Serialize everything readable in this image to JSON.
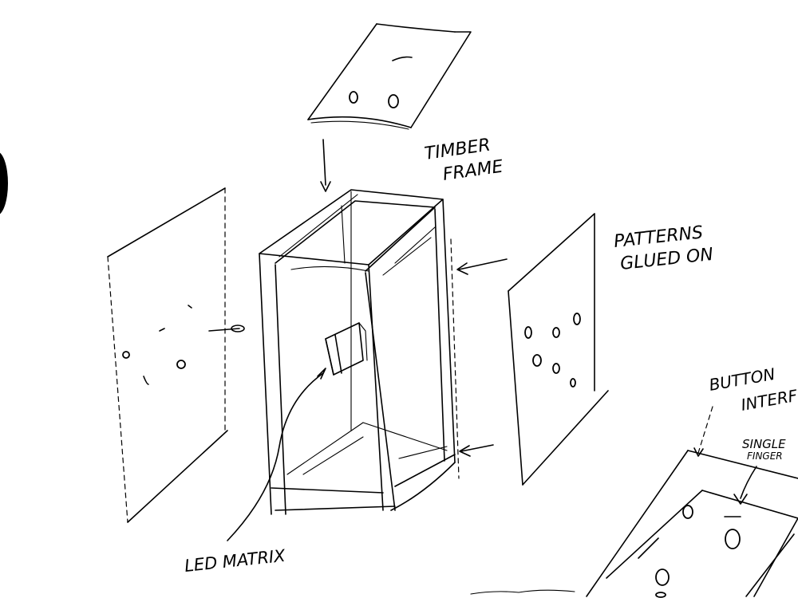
{
  "labels": {
    "timber_frame": [
      "TIMBER",
      "FRAME"
    ],
    "patterns_glued_on": [
      "PATTERNS",
      "GLUED ON"
    ],
    "led_matrix": "LED MATRIX",
    "button_interface": [
      "BUTTON",
      "INTERF"
    ],
    "single_finger": [
      "SINGLE",
      "FINGER"
    ]
  },
  "colors": {
    "ink": "#000000",
    "paper": "#ffffff"
  }
}
